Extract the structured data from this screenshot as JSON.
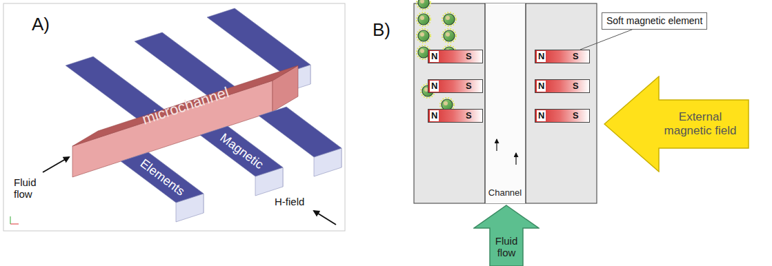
{
  "diagram": {
    "nodes": [
      {
        "text": [
          "microchannel"
        ]
      },
      {
        "text": [
          "Magnetic"
        ]
      },
      {
        "text": [
          "Elements"
        ]
      },
      {
        "text": [
          "Soft magnetic element"
        ]
      },
      {
        "text": [
          "N",
          "S"
        ]
      },
      {
        "text": [
          "N",
          "S"
        ]
      },
      {
        "text": [
          "N",
          "S"
        ]
      },
      {
        "text": [
          "N",
          "S"
        ]
      },
      {
        "text": [
          "N",
          "S"
        ]
      },
      {
        "text": [
          "N",
          "S"
        ]
      },
      {
        "text": [
          "External magnetic field"
        ]
      },
      {
        "text": [
          "Fluid flow"
        ]
      }
    ],
    "edges": [
      {
        "from": 3,
        "to": 5,
        "arrow": "none"
      }
    ],
    "labels": [
      "A)",
      "Fluid flow",
      "H-field",
      "B)",
      "Channel"
    ]
  }
}
